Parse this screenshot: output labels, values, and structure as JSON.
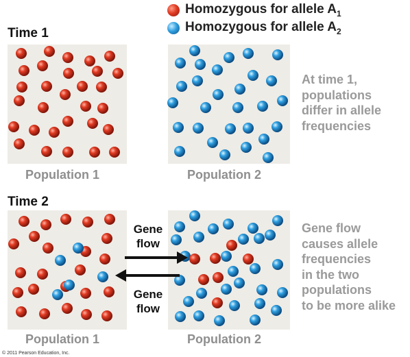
{
  "legend": {
    "red_label": "Homozygous for allele A",
    "red_sub": "1",
    "blue_label": "Homozygous for allele A",
    "blue_sub": "2"
  },
  "colors": {
    "allele_a1": "#e03a22",
    "allele_a2": "#2f9fe0",
    "panel_bg": "#eeece6",
    "caption_gray": "#9a9a9a"
  },
  "time1": {
    "label": "Time 1",
    "population1_label": "Population 1",
    "population2_label": "Population 2",
    "caption": "At time 1,\npopulations\ndiffer in allele\nfrequencies"
  },
  "time2": {
    "label": "Time 2",
    "population1_label": "Population 1",
    "population2_label": "Population 2",
    "gene_flow_top": "Gene\nflow",
    "gene_flow_bottom": "Gene\nflow",
    "caption": "Gene flow\ncauses allele\nfrequencies\nin the two\npopulations\nto be more alike"
  },
  "copyright": "© 2011 Pearson Education, Inc."
}
